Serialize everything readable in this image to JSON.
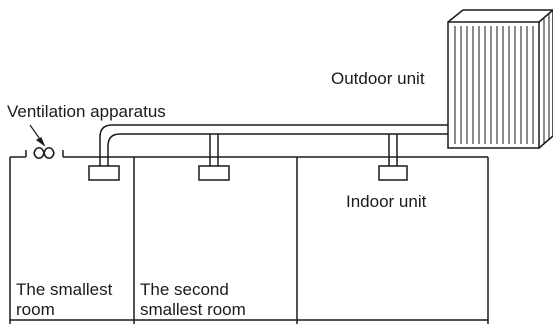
{
  "labels": {
    "outdoor_unit": "Outdoor unit",
    "ventilation_apparatus": "Ventilation apparatus",
    "indoor_unit": "Indoor unit",
    "room_smallest_line1": "The smallest",
    "room_smallest_line2": "room",
    "room_second_line1": "The second",
    "room_second_line2": "smallest room"
  },
  "icons": {
    "ventilation": "fan-icon",
    "outdoor": "outdoor-unit-icon",
    "indoor": "indoor-unit-icon"
  },
  "colors": {
    "line": "#1a1a1a",
    "background": "#ffffff"
  }
}
